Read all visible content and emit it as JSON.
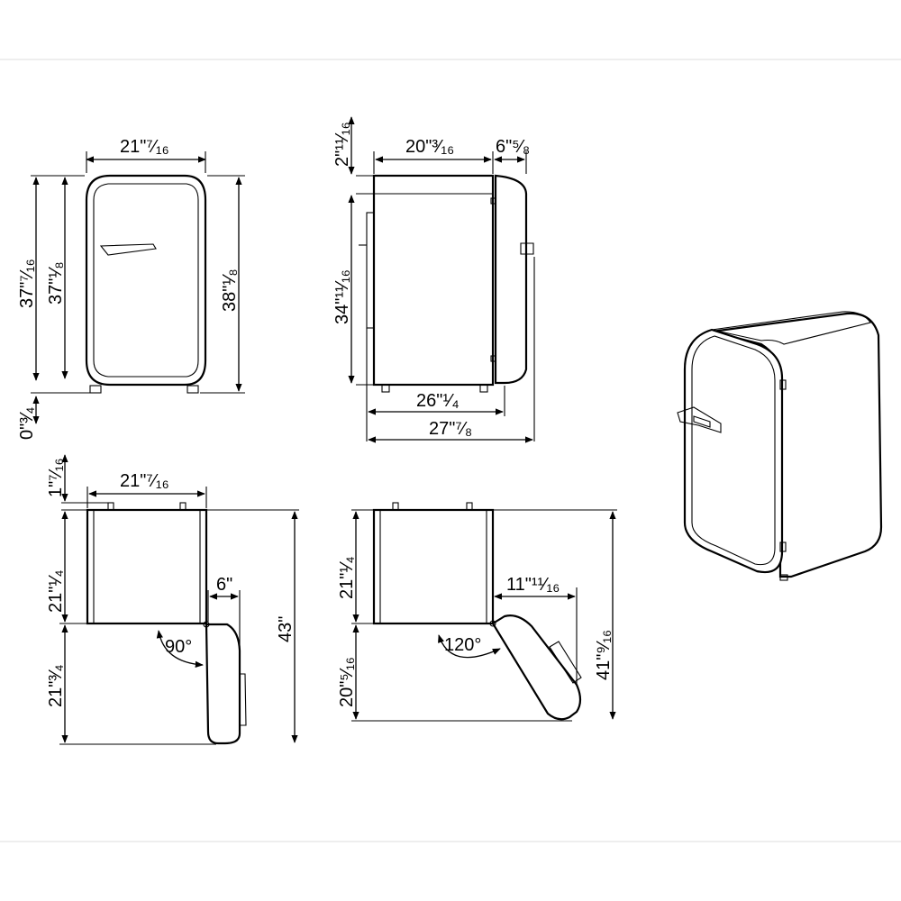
{
  "front_view": {
    "width_label": "21\"⁷⁄₁₆",
    "height_outer_label": "37\"⁷⁄₁₆",
    "height_body_label": "37\"¹⁄₈",
    "height_total_label": "38\"¹⁄₈",
    "feet_label": "0\"³⁄₄"
  },
  "side_view": {
    "top_gap_label": "2\"¹¹⁄₁₆",
    "depth_label": "20\"³⁄₁₆",
    "door_depth_label": "6\"⁵⁄₈",
    "height_label": "34\"¹¹⁄₁₆",
    "depth_with_door_label": "26\"¹⁄₄",
    "total_depth_label": "27\"⁷⁄₈"
  },
  "top_view_90": {
    "width_label": "21\"⁷⁄₁₆",
    "back_gap_label": "1\"⁷⁄₁₆",
    "body_depth_label": "21\"¹⁄₄",
    "door_offset_label": "6\"",
    "angle_label": "90°",
    "door_sweep_label": "21\"³⁄₄",
    "total_label": "43\""
  },
  "top_view_120": {
    "body_depth_label": "21\"¹⁄₄",
    "door_offset_label": "11\"¹¹⁄₁₆",
    "angle_label": "120°",
    "door_sweep_label": "20\"⁵⁄₁₆",
    "total_label": "41\"⁹⁄₁₆"
  }
}
